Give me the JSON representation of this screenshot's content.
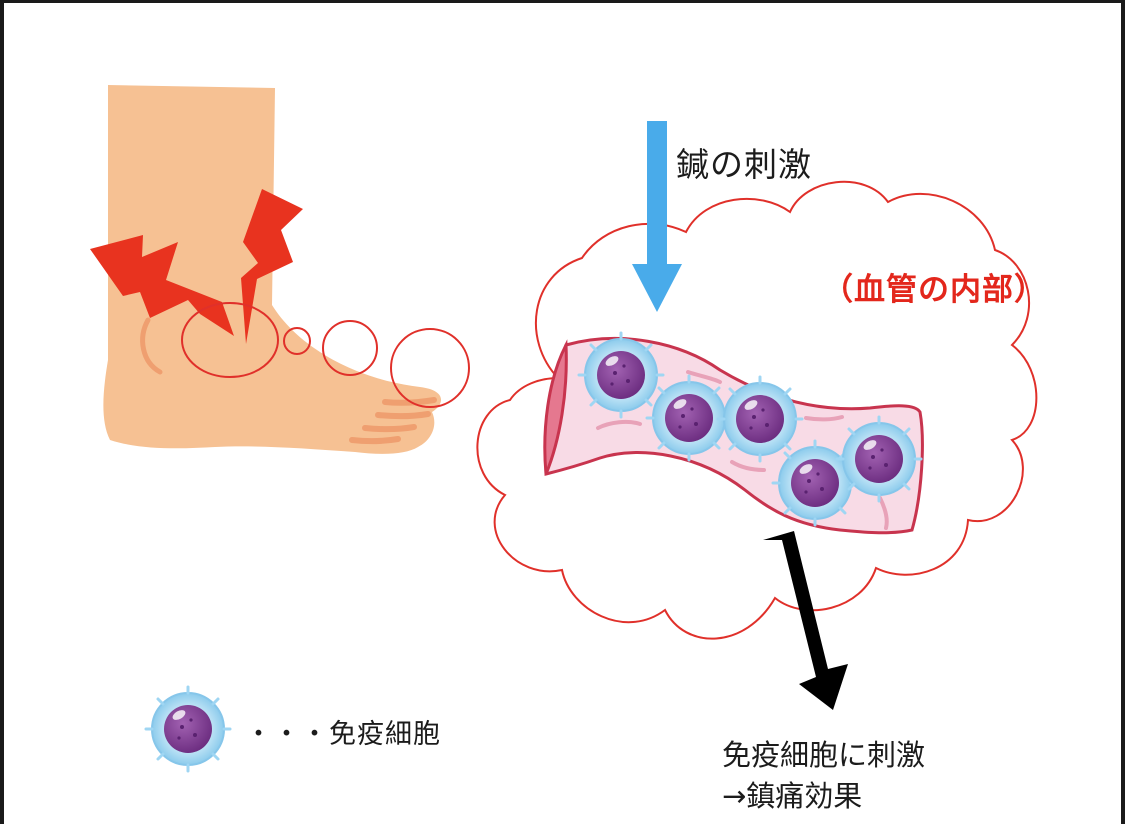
{
  "labels": {
    "needle_stimulus": "鍼の刺激",
    "vessel_interior": "（血管の内部）",
    "legend_dots": "・・・",
    "legend_name": "免疫細胞",
    "effect_line1": "免疫細胞に刺激",
    "effect_line2": "→鎮痛効果"
  },
  "colors": {
    "skin": "#f6c193",
    "skin_shadow": "#ef9f70",
    "pain_bolt": "#e8331f",
    "thought_outline": "#e0302a",
    "vessel_outline": "#c8344e",
    "vessel_fill": "#f8dbe6",
    "vessel_opening": "#e5788f",
    "cell_halo": "#a9d9f2",
    "cell_core": "#7c3c8e",
    "needle_arrow": "#49abea",
    "effect_arrow": "#000000",
    "vessel_label": "#e3271c"
  },
  "icons": [
    "foot",
    "pain-bolt-icon",
    "thought-bubble",
    "blood-vessel",
    "immune-cell-icon",
    "down-arrow-icon"
  ]
}
